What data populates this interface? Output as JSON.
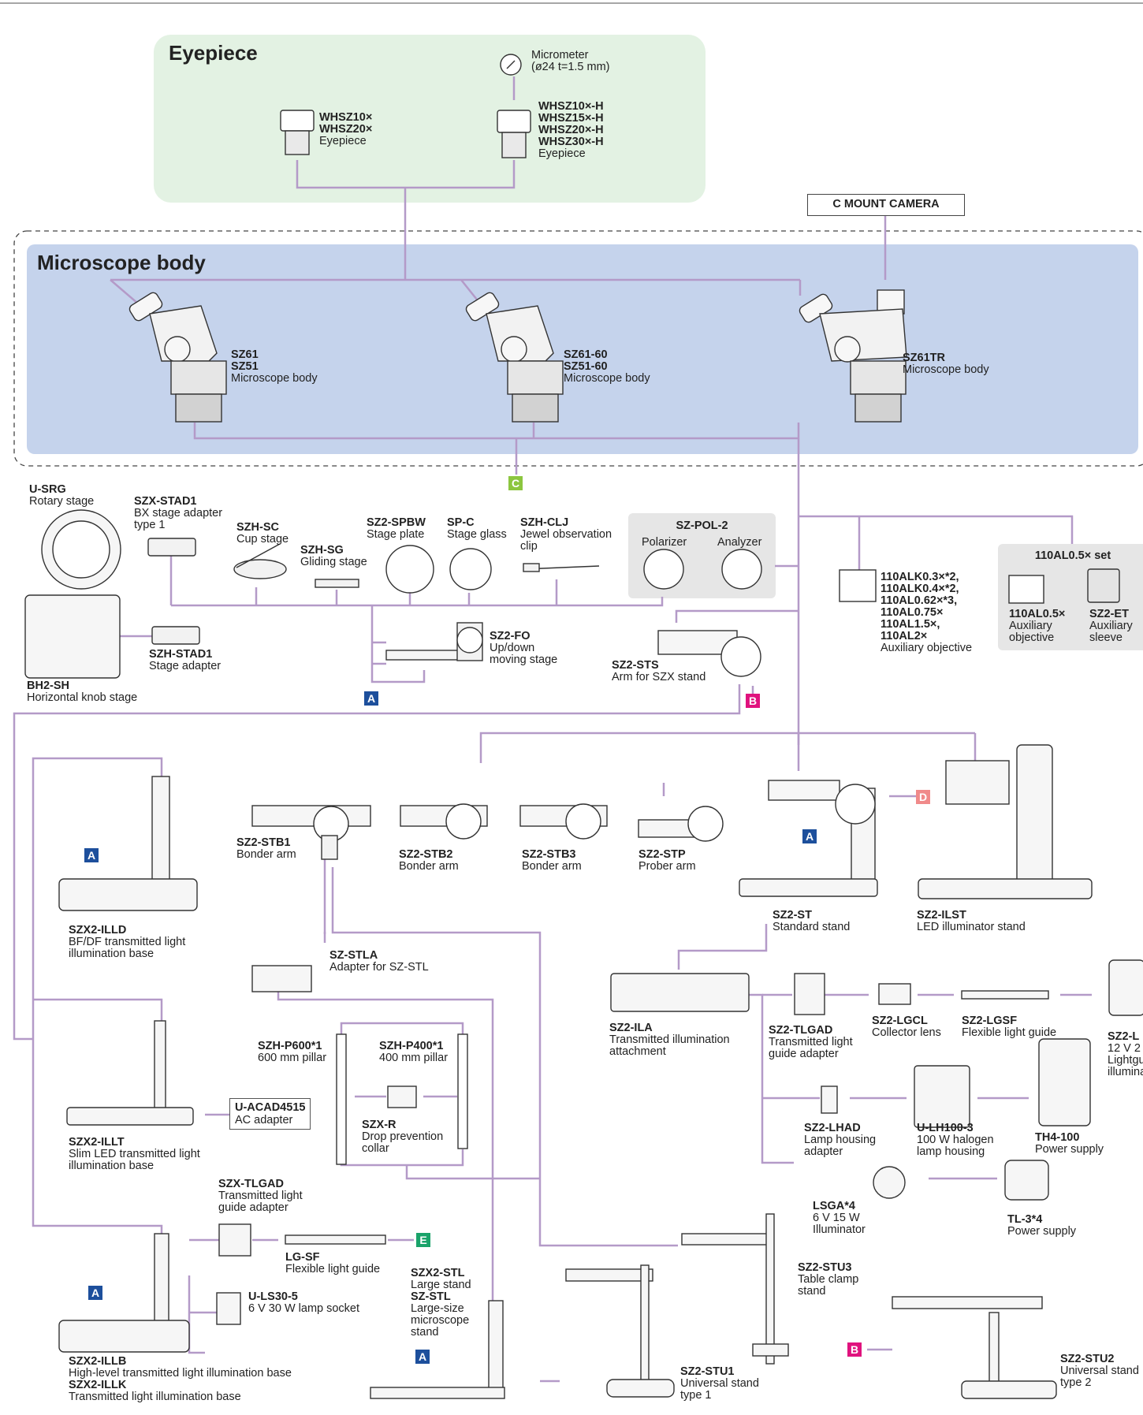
{
  "regions": {
    "eyepiece": "Eyepiece",
    "microscope_body": "Microscope body",
    "pol_set": "SZ-POL-2",
    "al05_set": "110AL0.5× set"
  },
  "pol": {
    "polarizer": "Polarizer",
    "analyzer": "Analyzer"
  },
  "al05": {
    "obj_name": "110AL0.5×",
    "obj_desc1": "Auxiliary",
    "obj_desc2": "objective",
    "sleeve_name": "SZ2-ET",
    "sleeve_desc1": "Auxiliary",
    "sleeve_desc2": "sleeve"
  },
  "camera_label": "C MOUNT CAMERA",
  "markers": {
    "A": "A",
    "B": "B",
    "C": "C",
    "D": "D",
    "E": "E"
  },
  "marker_colors": {
    "A": "#1d4f9c",
    "B": "#e0127e",
    "C": "#8cc63f",
    "D": "#f08a8a",
    "E": "#1aa36a"
  },
  "colors": {
    "line": "#b49ac8",
    "eyepiece_bg": "#e3f2e3",
    "body_bg": "#c5d3ec",
    "set_bg": "#e6e6e6"
  },
  "labels": {
    "micrometer": {
      "l1": "Micrometer",
      "l2": "(ø24  t=1.5 mm)"
    },
    "whsz": {
      "n1": "WHSZ10×",
      "n2": "WHSZ20×",
      "d": "Eyepiece"
    },
    "whszh": {
      "n1": "WHSZ10×-H",
      "n2": "WHSZ15×-H",
      "n3": "WHSZ20×-H",
      "n4": "WHSZ30×-H",
      "d": "Eyepiece"
    },
    "sz61": {
      "n1": "SZ61",
      "n2": "SZ51",
      "d": "Microscope body"
    },
    "sz6160": {
      "n1": "SZ61-60",
      "n2": "SZ51-60",
      "d": "Microscope body"
    },
    "sz61tr": {
      "n1": "SZ61TR",
      "d": "Microscope body"
    },
    "usrg": {
      "n": "U-SRG",
      "d": "Rotary stage"
    },
    "szxstad1": {
      "n": "SZX-STAD1",
      "d1": "BX stage adapter",
      "d2": "type 1"
    },
    "szhsc": {
      "n": "SZH-SC",
      "d": "Cup stage"
    },
    "szhsg": {
      "n": "SZH-SG",
      "d": "Gliding stage"
    },
    "sz2spbw": {
      "n": "SZ2-SPBW",
      "d": "Stage plate"
    },
    "spc": {
      "n": "SP-C",
      "d": "Stage glass"
    },
    "szhclj": {
      "n": "SZH-CLJ",
      "d1": "Jewel observation",
      "d2": "clip"
    },
    "szhstad1": {
      "n": "SZH-STAD1",
      "d": "Stage adapter"
    },
    "bh2sh": {
      "n": "BH2-SH",
      "d": "Horizontal knob stage"
    },
    "sz2fo": {
      "n": "SZ2-FO",
      "d1": "Up/down",
      "d2": "moving stage"
    },
    "sz2sts": {
      "n": "SZ2-STS",
      "d": "Arm for SZX stand"
    },
    "alk": {
      "n1": "110ALK0.3×*2,",
      "n2": "110ALK0.4×*2,",
      "n3": "110AL0.62×*3,",
      "n4": "110AL0.75×",
      "n5": "110AL1.5×,",
      "n6": "110AL2×",
      "d": "Auxiliary objective"
    },
    "szx2illd": {
      "n": "SZX2-ILLD",
      "d1": "BF/DF transmitted light",
      "d2": "illumination base"
    },
    "sz2stb1": {
      "n": "SZ2-STB1",
      "d": "Bonder arm"
    },
    "sz2stb2": {
      "n": "SZ2-STB2",
      "d": "Bonder arm"
    },
    "sz2stb3": {
      "n": "SZ2-STB3",
      "d": "Bonder arm"
    },
    "sz2stp": {
      "n": "SZ2-STP",
      "d": "Prober arm"
    },
    "sz2st": {
      "n": "SZ2-ST",
      "d": "Standard stand"
    },
    "sz2ilst": {
      "n": "SZ2-ILST",
      "d": "LED illuminator stand"
    },
    "szstla": {
      "n": "SZ-STLA",
      "d": "Adapter for SZ-STL"
    },
    "sz2ila": {
      "n": "SZ2-ILA",
      "d1": "Transmitted illumination",
      "d2": "attachment"
    },
    "sz2tlgad": {
      "n": "SZ2-TLGAD",
      "d1": "Transmitted light",
      "d2": "guide adapter"
    },
    "sz2lgcl": {
      "n": "SZ2-LGCL",
      "d": "Collector lens"
    },
    "sz2lgsf": {
      "n": "SZ2-LGSF",
      "d": "Flexible light guide"
    },
    "sz2l": {
      "n": "SZ2-L",
      "d1": "12 V 2",
      "d2": "Lightgu",
      "d3": "illumina"
    },
    "szx2illt": {
      "n": "SZX2-ILLT",
      "d1": "Slim LED transmitted light",
      "d2": "illumination base"
    },
    "uacad": {
      "n": "U-ACAD4515",
      "d": "AC adapter"
    },
    "szhp600": {
      "n": "SZH-P600*1",
      "d": "600 mm pillar"
    },
    "szhp400": {
      "n": "SZH-P400*1",
      "d": "400 mm pillar"
    },
    "szxr": {
      "n": "SZX-R",
      "d1": "Drop prevention",
      "d2": "collar"
    },
    "sz2lhad": {
      "n": "SZ2-LHAD",
      "d1": "Lamp housing",
      "d2": "adapter"
    },
    "ulh100": {
      "n": "U-LH100-3",
      "d1": "100 W halogen",
      "d2": "lamp housing"
    },
    "th4": {
      "n": "TH4-100",
      "d": "Power supply"
    },
    "szxtlgad": {
      "n": "SZX-TLGAD",
      "d1": "Transmitted light",
      "d2": "guide adapter"
    },
    "lgsf": {
      "n": "LG-SF",
      "d": "Flexible light guide"
    },
    "uls30": {
      "n": "U-LS30-5",
      "d": "6 V 30 W lamp socket"
    },
    "lsga": {
      "n": "LSGA*4",
      "d1": "6 V 15 W",
      "d2": "Illuminator"
    },
    "tl3": {
      "n": "TL-3*4",
      "d": "Power supply"
    },
    "sz2stu3": {
      "n": "SZ2-STU3",
      "d1": "Table clamp",
      "d2": "stand"
    },
    "szx2stl": {
      "n1": "SZX2-STL",
      "d1": "Large stand",
      "n2": "SZ-STL",
      "d2": "Large-size",
      "d3": "microscope",
      "d4": "stand"
    },
    "szx2illb": {
      "n1": "SZX2-ILLB",
      "d1": "High-level transmitted light illumination base",
      "n2": "SZX2-ILLK",
      "d2": "Transmitted light illumination base"
    },
    "sz2stu1": {
      "n": "SZ2-STU1",
      "d1": "Universal stand",
      "d2": "type 1"
    },
    "sz2stu2": {
      "n": "SZ2-STU2",
      "d1": "Universal stand",
      "d2": "type 2"
    }
  }
}
